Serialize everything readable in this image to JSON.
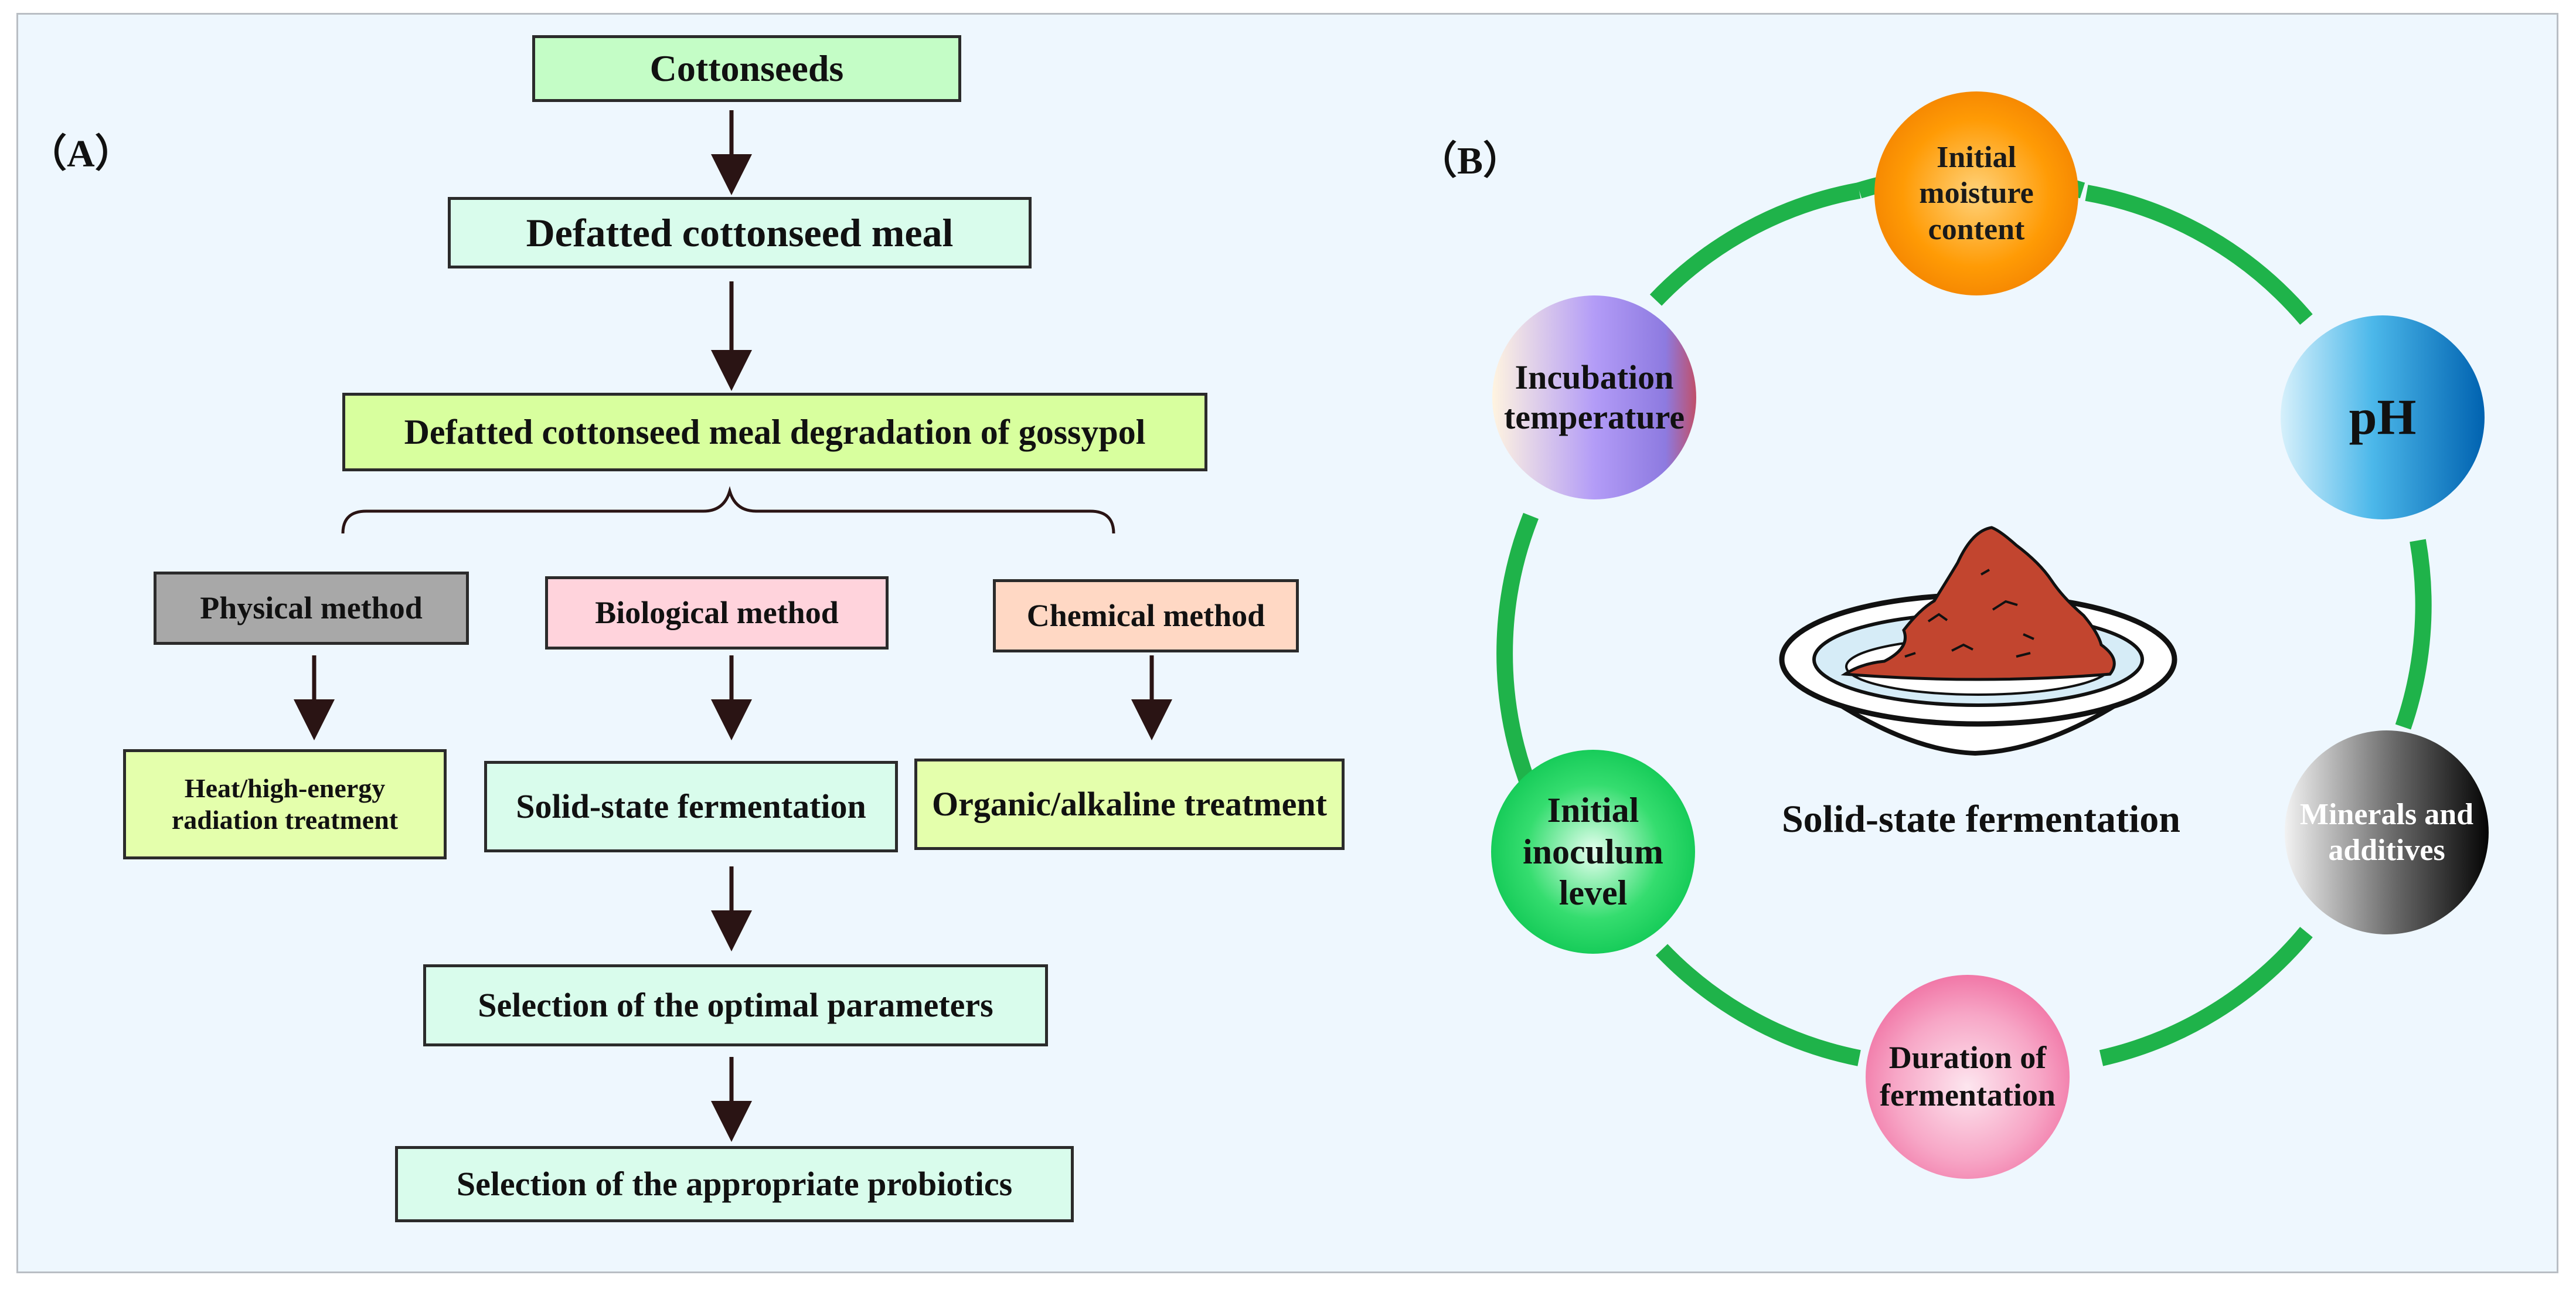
{
  "panel_a": {
    "label": "（A）",
    "cottonseeds": "Cottonseeds",
    "defatted_meal": "Defatted cottonseed meal",
    "degradation": "Defatted cottonseed meal degradation of gossypol",
    "methods": {
      "physical": "Physical method",
      "biological": "Biological method",
      "chemical": "Chemical method"
    },
    "treatments": {
      "physical": "Heat/high-energy radiation treatment",
      "biological": "Solid-state fermentation",
      "chemical": "Organic/alkaline treatment"
    },
    "optimal_parameters": "Selection of the optimal parameters",
    "appropriate_probiotics": "Selection of the appropriate probiotics"
  },
  "panel_b": {
    "label": "（B）",
    "center_title": "Solid-state fermentation",
    "factors": {
      "moisture": "Initial moisture content",
      "ph": "pH",
      "minerals": "Minerals and additives",
      "duration": "Duration of fermentation",
      "inoculum": "Initial inoculum level",
      "temperature": "Incubation temperature"
    }
  },
  "colors": {
    "background": "#eef7fe",
    "ring": "#1fb34a",
    "arrow": "#2a1414",
    "box_light_green": "#c4fdc6",
    "box_mint": "#d9fcec",
    "box_lime": "#d8ff9e",
    "box_grey": "#a8a8a8",
    "box_pink": "#ffd3dc",
    "box_peach": "#ffd8c4",
    "box_yellow_green": "#e4ffac",
    "powder": "#c2452f",
    "circle_moisture": "#ff9b05",
    "circle_ph": "#0b8fd5",
    "circle_minerals": "#111111",
    "circle_duration": "#f26b9e",
    "circle_inoculum": "#22d65a",
    "circle_temperature": "#a98cf0"
  }
}
